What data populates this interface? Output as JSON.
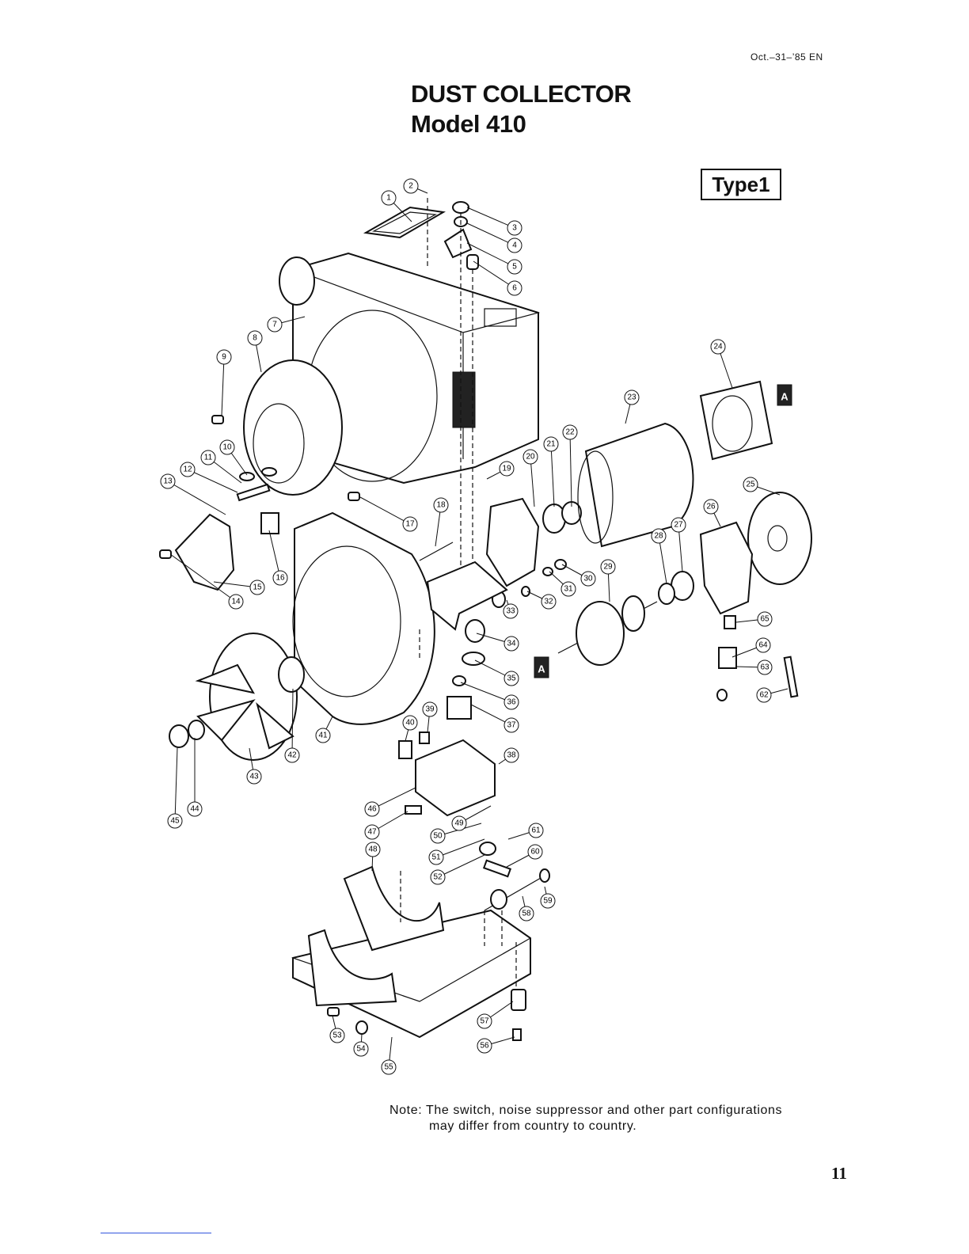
{
  "header": {
    "date_code": "Oct.–31–’85  EN",
    "title_line1": "DUST COLLECTOR",
    "title_line2": "Model 410",
    "type_label": "Type1"
  },
  "diagram": {
    "connector_marker": "A",
    "part_numbers": [
      "1",
      "2",
      "3",
      "4",
      "5",
      "6",
      "7",
      "8",
      "9",
      "10",
      "11",
      "12",
      "13",
      "14",
      "15",
      "16",
      "17",
      "18",
      "19",
      "20",
      "21",
      "22",
      "23",
      "24",
      "25",
      "26",
      "27",
      "28",
      "29",
      "30",
      "31",
      "32",
      "33",
      "34",
      "35",
      "36",
      "37",
      "38",
      "39",
      "40",
      "41",
      "42",
      "43",
      "44",
      "45",
      "46",
      "47",
      "48",
      "49",
      "50",
      "51",
      "52",
      "53",
      "54",
      "55",
      "56",
      "57",
      "58",
      "59",
      "60",
      "61",
      "62",
      "63",
      "64",
      "65"
    ]
  },
  "note": {
    "line1": "Note: The switch, noise suppressor and other part configurations",
    "line2": "may differ from country to country."
  },
  "page_number": "11"
}
